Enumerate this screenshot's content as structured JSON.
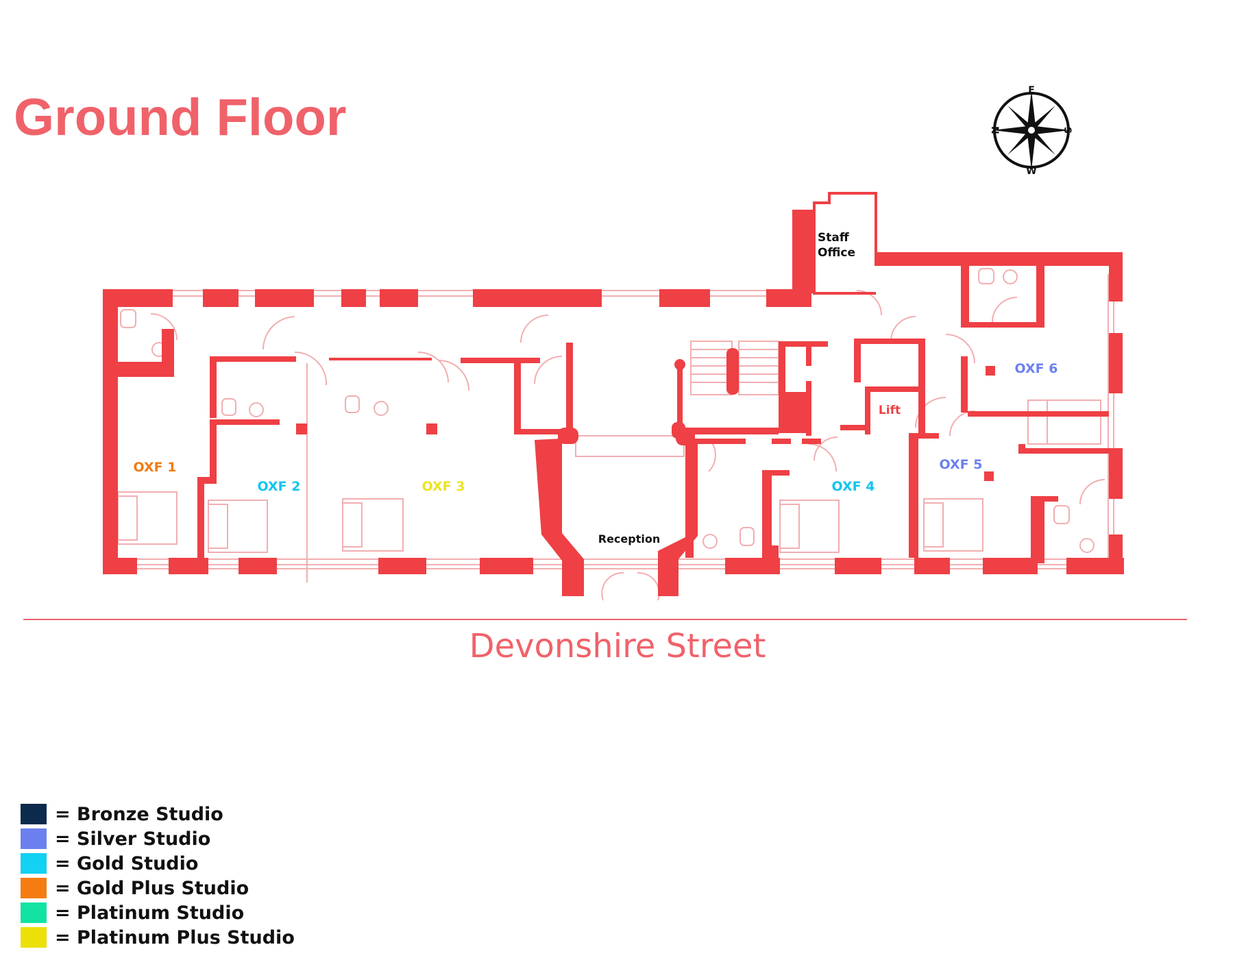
{
  "title": "Ground Floor",
  "street": "Devonshire Street",
  "colors": {
    "wall": "#ee4045",
    "accent": "#f0626a",
    "fixture": "#f2aeb1"
  },
  "rooms": [
    {
      "id": "oxf1",
      "label": "OXF 1",
      "color": "#f07b12"
    },
    {
      "id": "oxf2",
      "label": "OXF 2",
      "color": "#12c5ee"
    },
    {
      "id": "oxf3",
      "label": "OXF 3",
      "color": "#ece323"
    },
    {
      "id": "oxf4",
      "label": "OXF 4",
      "color": "#12c5ee"
    },
    {
      "id": "oxf5",
      "label": "OXF 5",
      "color": "#6b80ee"
    },
    {
      "id": "oxf6",
      "label": "OXF 6",
      "color": "#6b80ee"
    }
  ],
  "labels": {
    "staff_office_1": "Staff",
    "staff_office_2": "Office",
    "lift": "Lift",
    "reception": "Reception"
  },
  "compass": {
    "n": "N",
    "e": "E",
    "s": "S",
    "w": "W",
    "icon": "compass-rose-icon"
  },
  "legend": [
    {
      "label": "= Bronze Studio",
      "color": "#0c2a4b"
    },
    {
      "label": "= Silver Studio",
      "color": "#6b80ee"
    },
    {
      "label": "= Gold Studio",
      "color": "#12d1f2"
    },
    {
      "label": "= Gold Plus Studio",
      "color": "#f57c12"
    },
    {
      "label": "= Platinum Studio",
      "color": "#12e3a3"
    },
    {
      "label": "= Platinum Plus Studio",
      "color": "#ece00a"
    }
  ]
}
